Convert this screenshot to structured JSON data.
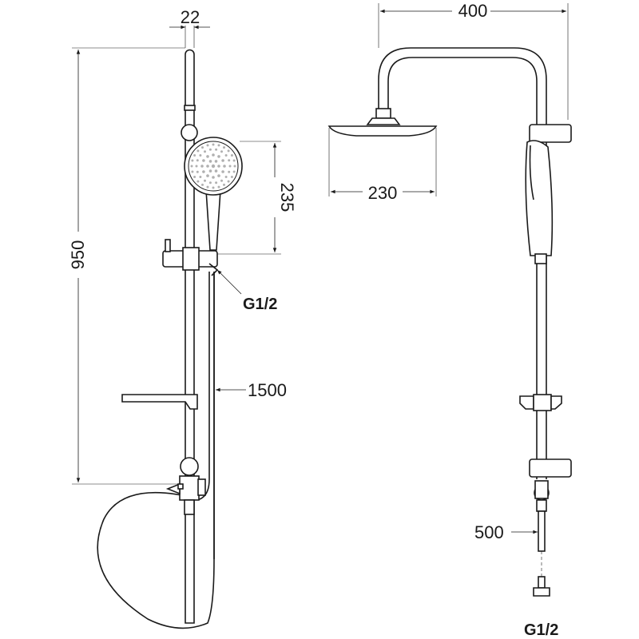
{
  "dimensions": {
    "bar_diameter": "22",
    "total_width": "400",
    "overhead_shower_diameter": "230",
    "hand_shower_length": "235",
    "rail_height": "950",
    "connection_top": "G1/2",
    "hose_length": "1500",
    "extension_length": "500",
    "connection_bottom": "G1/2"
  },
  "colors": {
    "line": "#1a1a1a",
    "background": "#ffffff",
    "nozzle_dots": "#b0b0b0"
  }
}
